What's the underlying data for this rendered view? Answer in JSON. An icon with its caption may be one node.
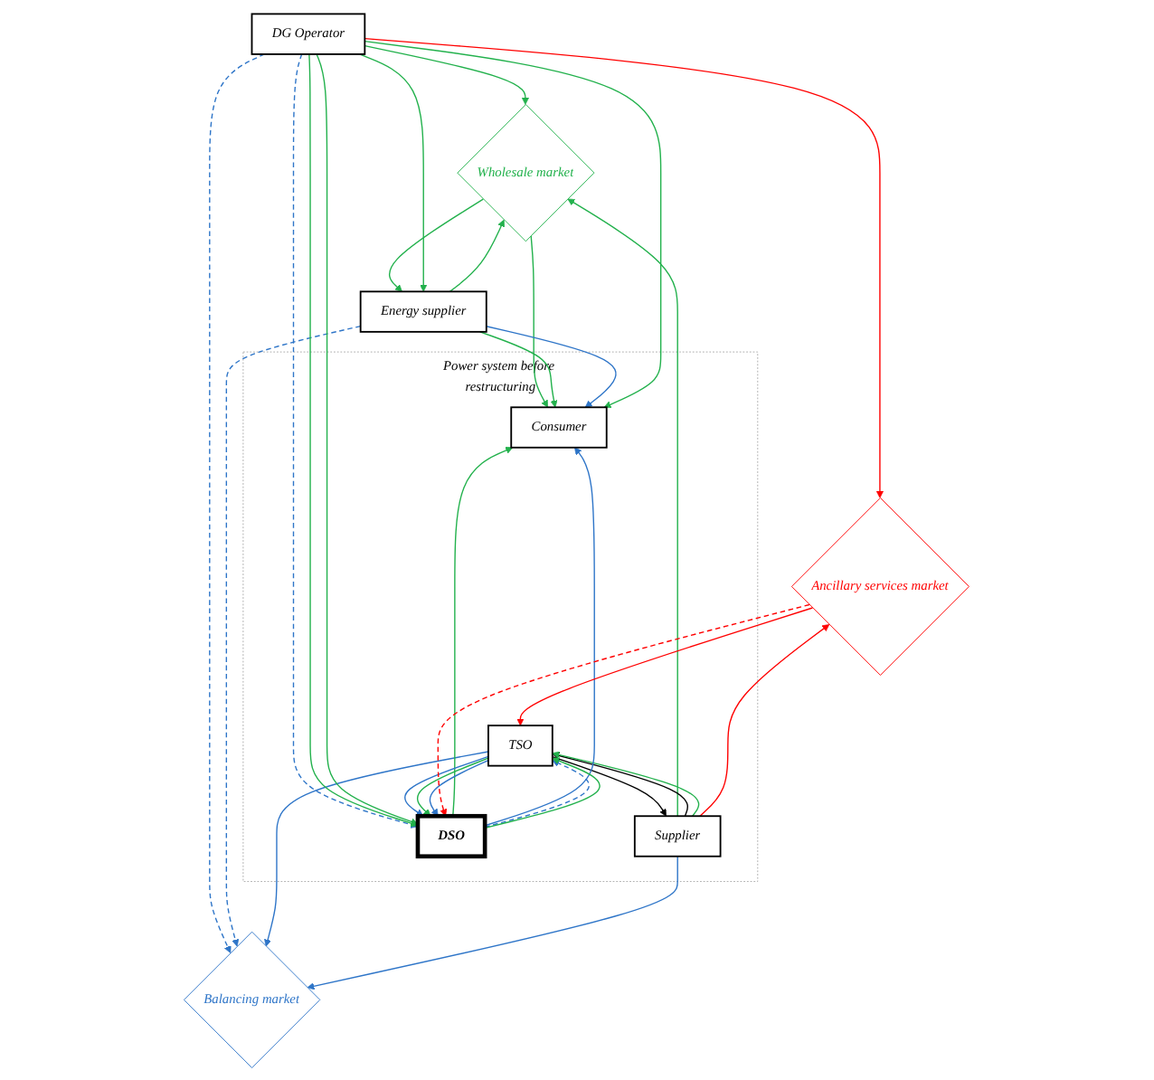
{
  "diagram": {
    "nodes": [
      {
        "text": [
          "Wholesale market"
        ]
      },
      {
        "text": [
          "Balancing market"
        ]
      },
      {
        "text": [
          "Energy supplier"
        ]
      },
      {
        "text": [
          "DG Operator"
        ]
      },
      {
        "text": [
          "Power system before restructuring"
        ]
      },
      {
        "text": [
          "Consumer"
        ],
        "in": 4
      },
      {
        "text": [
          "TSO"
        ],
        "in": 4
      },
      {
        "text": [
          "Supplier"
        ],
        "in": 4
      },
      {
        "text": [
          "DSO"
        ],
        "in": 4
      },
      {
        "text": [
          "Ancillary services market"
        ]
      }
    ],
    "edges": [
      {
        "from": 3,
        "to": 0,
        "arrow": "to"
      },
      {
        "from": 7,
        "to": 0,
        "arrow": "to"
      },
      {
        "from": 0,
        "to": 2,
        "arrow": "to"
      },
      {
        "from": 2,
        "to": 0,
        "arrow": "to"
      },
      {
        "from": 0,
        "to": 5,
        "arrow": "to"
      },
      {
        "from": 3,
        "to": 1,
        "arrow": "to",
        "style": "dashed",
        "color": "#2e75c8"
      },
      {
        "from": 2,
        "to": 1,
        "arrow": "to",
        "style": "dashed",
        "color": "#2e75c8"
      },
      {
        "from": 6,
        "to": 1,
        "arrow": "to",
        "color": "#2e75c8"
      },
      {
        "from": 7,
        "to": 1,
        "arrow": "to",
        "color": "#2e75c8"
      },
      {
        "from": 3,
        "to": 2,
        "arrow": "to"
      },
      {
        "from": 2,
        "to": 5,
        "arrow": "to"
      },
      {
        "from": 2,
        "to": 5,
        "arrow": "to",
        "color": "#2e75c8"
      },
      {
        "from": 3,
        "to": 5,
        "arrow": "to"
      },
      {
        "from": 6,
        "to": 7,
        "arrow": "to",
        "color": "#000000"
      },
      {
        "from": 7,
        "to": 6,
        "arrow": "to",
        "color": "#000000"
      },
      {
        "from": 7,
        "to": 6,
        "arrow": "to"
      },
      {
        "from": 8,
        "to": 5,
        "arrow": "to"
      },
      {
        "from": 8,
        "to": 5,
        "arrow": "to",
        "color": "#2e75c8"
      },
      {
        "from": 3,
        "to": 8,
        "arrow": "to",
        "style": "dashed",
        "color": "#2e75c8"
      },
      {
        "from": 3,
        "to": 8,
        "arrow": "to"
      },
      {
        "from": 3,
        "to": 8,
        "arrow": "to"
      },
      {
        "from": 8,
        "to": 6,
        "arrow": "to",
        "style": "dashed",
        "color": "#2e75c8"
      },
      {
        "from": 8,
        "to": 6,
        "arrow": "to"
      },
      {
        "from": 6,
        "to": 8,
        "arrow": "to",
        "color": "#2e75c8"
      },
      {
        "from": 6,
        "to": 8,
        "arrow": "to"
      },
      {
        "from": 6,
        "to": 8,
        "arrow": "to",
        "color": "#2e75c8"
      },
      {
        "from": 3,
        "to": 9,
        "arrow": "to",
        "color": "#ff0000"
      },
      {
        "from": 7,
        "to": 9,
        "arrow": "to",
        "color": "#ff0000"
      },
      {
        "from": 9,
        "to": 6,
        "arrow": "to",
        "color": "#ff0000"
      },
      {
        "from": 9,
        "to": 8,
        "arrow": "to",
        "style": "dashed",
        "color": "#ff0000"
      }
    ]
  }
}
